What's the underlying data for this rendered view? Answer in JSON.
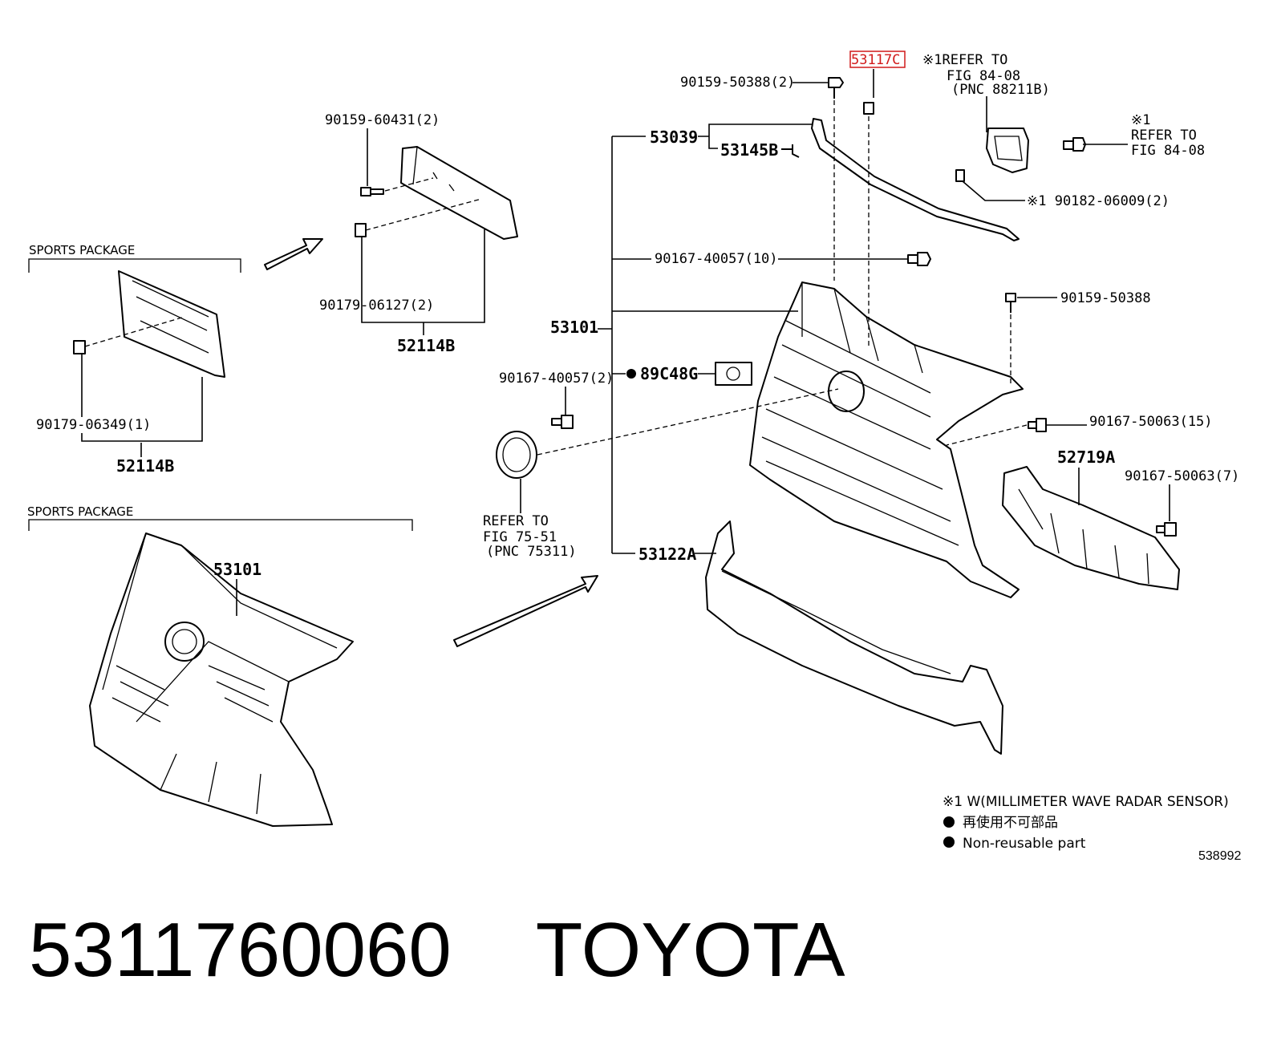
{
  "callouts": {
    "p_90159_60431": "90159-60431(2)",
    "p_90179_06127": "90179-06127(2)",
    "p_52114B_top": "52114B",
    "p_90179_06349": "90179-06349(1)",
    "p_52114B_left": "52114B",
    "p_53101_left": "53101",
    "p_90159_50388_2": "90159-50388(2)",
    "p_53117C": "53117C",
    "p_53039": "53039",
    "p_53145B": "53145B",
    "p_90167_40057_10": "90167-40057(10)",
    "p_53101_main": "53101",
    "p_90167_40057_2": "90167-40057(2)",
    "p_89C48G": "89C48G",
    "p_53122A": "53122A",
    "p_90182_06009": "※1 90182-06009(2)",
    "p_90159_50388": "90159-50388",
    "p_90167_50063_15": "90167-50063(15)",
    "p_52719A": "52719A",
    "p_90167_50063_7": "90167-50063(7)"
  },
  "refs": {
    "ref_a_1": "※1REFER TO",
    "ref_a_2": "FIG 84-08",
    "ref_a_3": "(PNC 88211B)",
    "ref_b_1": "※1",
    "ref_b_2": "REFER TO",
    "ref_b_3": "FIG 84-08",
    "ref_c_1": "REFER TO",
    "ref_c_2": "FIG 75-51",
    "ref_c_3": "(PNC 75311)"
  },
  "sections": {
    "sports_package_1": "SPORTS PACKAGE",
    "sports_package_2": "SPORTS PACKAGE"
  },
  "legend": {
    "note_1": "※1 W(MILLIMETER WAVE RADAR SENSOR)",
    "note_2": "再使用不可部品",
    "note_3": "Non-reusable part"
  },
  "diagram_id": "538992",
  "footer": {
    "part_number": "5311760060",
    "brand": "TOYOTA"
  },
  "colors": {
    "highlight": "#d11a1a",
    "ink": "#000000"
  }
}
